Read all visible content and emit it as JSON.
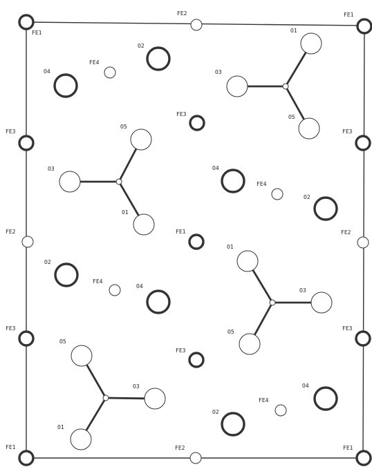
{
  "atoms": [
    {
      "id": "fe1-tl",
      "label": "FE1",
      "type": "FE1"
    },
    {
      "id": "fe2-top",
      "label": "FE2",
      "type": "FE2"
    },
    {
      "id": "fe1-tr",
      "label": "FE1",
      "type": "FE1"
    },
    {
      "id": "o2-a",
      "label": "O2",
      "type": "O2"
    },
    {
      "id": "fe4-a",
      "label": "FE4",
      "type": "FE4"
    },
    {
      "id": "o4-a",
      "label": "O4",
      "type": "O4"
    },
    {
      "id": "o1-a",
      "label": "O1",
      "type": "O1"
    },
    {
      "id": "o3-a",
      "label": "O3",
      "type": "O3"
    },
    {
      "id": "o5-a",
      "label": "O5",
      "type": "O5"
    },
    {
      "id": "fe3-c1",
      "label": "FE3",
      "type": "FE3"
    },
    {
      "id": "fe3-l1",
      "label": "FE3",
      "type": "FE3"
    },
    {
      "id": "fe3-r1",
      "label": "FE3",
      "type": "FE3"
    },
    {
      "id": "o5-b",
      "label": "O5",
      "type": "O5"
    },
    {
      "id": "o3-b",
      "label": "O3",
      "type": "O3"
    },
    {
      "id": "o1-b",
      "label": "O1",
      "type": "O1"
    },
    {
      "id": "o4-b",
      "label": "O4",
      "type": "O4"
    },
    {
      "id": "fe4-b",
      "label": "FE4",
      "type": "FE4"
    },
    {
      "id": "o2-b",
      "label": "O2",
      "type": "O2"
    },
    {
      "id": "fe2-l",
      "label": "FE2",
      "type": "FE2"
    },
    {
      "id": "fe1-c",
      "label": "FE1",
      "type": "FE1"
    },
    {
      "id": "fe2-r",
      "label": "FE2",
      "type": "FE2"
    },
    {
      "id": "o1-c",
      "label": "O1",
      "type": "O1"
    },
    {
      "id": "o2-c",
      "label": "O2",
      "type": "O2"
    },
    {
      "id": "fe4-c",
      "label": "FE4",
      "type": "FE4"
    },
    {
      "id": "o4-c",
      "label": "O4",
      "type": "O4"
    },
    {
      "id": "o3-c",
      "label": "O3",
      "type": "O3"
    },
    {
      "id": "o5-c",
      "label": "O5",
      "type": "O5"
    },
    {
      "id": "fe3-l2",
      "label": "FE3",
      "type": "FE3"
    },
    {
      "id": "fe3-r2",
      "label": "FE3",
      "type": "FE3"
    },
    {
      "id": "o5-d",
      "label": "O5",
      "type": "O5"
    },
    {
      "id": "fe3-c2",
      "label": "FE3",
      "type": "FE3"
    },
    {
      "id": "o3-d",
      "label": "O3",
      "type": "O3"
    },
    {
      "id": "o4-d",
      "label": "O4",
      "type": "O4"
    },
    {
      "id": "fe4-d",
      "label": "FE4",
      "type": "FE4"
    },
    {
      "id": "o2-d",
      "label": "O2",
      "type": "O2"
    },
    {
      "id": "o1-d",
      "label": "O1",
      "type": "O1"
    },
    {
      "id": "fe1-bl",
      "label": "FE1",
      "type": "FE1"
    },
    {
      "id": "fe2-bottom",
      "label": "FE2",
      "type": "FE2"
    },
    {
      "id": "fe1-br",
      "label": "FE1",
      "type": "FE1"
    }
  ],
  "groups": [
    {
      "id": "group-1",
      "members": [
        "o1-a",
        "o3-a",
        "o5-a"
      ]
    },
    {
      "id": "group-2",
      "members": [
        "o5-b",
        "o3-b",
        "o1-b"
      ]
    },
    {
      "id": "group-3",
      "members": [
        "o1-c",
        "o3-c",
        "o5-c"
      ]
    },
    {
      "id": "group-4",
      "members": [
        "o5-d",
        "o3-d",
        "o1-d"
      ]
    }
  ]
}
